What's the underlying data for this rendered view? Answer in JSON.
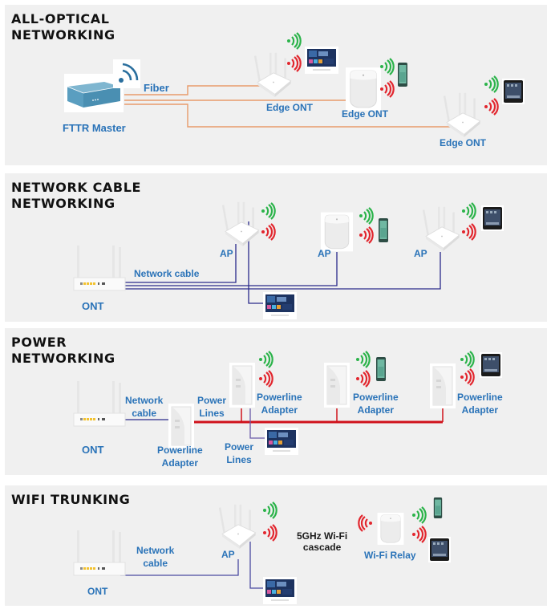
{
  "colors": {
    "fiber": "#e89a6a",
    "cable": "#2a2a8a",
    "power": "#d0121b",
    "label_blue": "#2a73b8",
    "wifi_green": "#2bb34a",
    "wifi_red": "#e2262e",
    "panel_bg": "#f0f0f0"
  },
  "panels": [
    {
      "title": "ALL-OPTICAL\nNETWORKING",
      "labels": {
        "master": "FTTR Master",
        "fiber": "Fiber",
        "edge1": "Edge ONT",
        "edge2": "Edge ONT",
        "edge3": "Edge ONT"
      },
      "devices": [
        "fttr-master",
        "edge-ont-router",
        "edge-ont-cube",
        "edge-ont-router",
        "tv",
        "phone",
        "tablet"
      ]
    },
    {
      "title": "NETWORK CABLE\nNETWORKING",
      "labels": {
        "ont": "ONT",
        "cable": "Network cable",
        "ap1": "AP",
        "ap2": "AP",
        "ap3": "AP"
      },
      "devices": [
        "ont",
        "ap-router",
        "ap-cube",
        "ap-router",
        "tv",
        "phone",
        "tablet"
      ]
    },
    {
      "title": "POWER\nNETWORKING",
      "labels": {
        "ont": "ONT",
        "cable": "Network\ncable",
        "adapter_main": "Powerline\nAdapter",
        "power_lines_1": "Power\nLines",
        "power_lines_2": "Power\nLines",
        "adapter1": "Powerline\nAdapter",
        "adapter2": "Powerline\nAdapter",
        "adapter3": "Powerline\nAdapter"
      },
      "devices": [
        "ont",
        "powerline-adapter",
        "powerline-adapter",
        "powerline-adapter",
        "powerline-adapter",
        "tv",
        "phone",
        "tablet"
      ]
    },
    {
      "title": "WIFI TRUNKING",
      "labels": {
        "ont": "ONT",
        "cable": "Network\ncable",
        "ap": "AP",
        "cascade": "5GHz Wi-Fi\ncascade",
        "relay": "Wi-Fi Relay"
      },
      "devices": [
        "ont",
        "ap-router",
        "wifi-relay-cube",
        "tv",
        "phone",
        "tablet"
      ]
    }
  ]
}
